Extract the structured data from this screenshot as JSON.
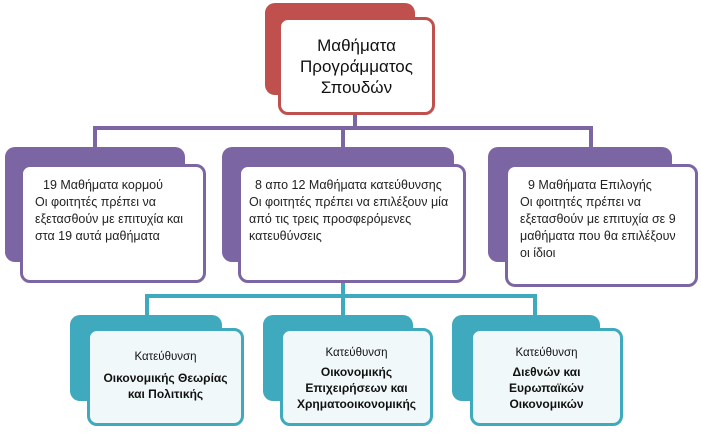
{
  "root": {
    "title": "Μαθήματα Προγράμματος Σπουδών"
  },
  "categories": [
    {
      "heading": "19 Μαθήματα κορμού",
      "body": "Οι φοιτητές πρέπει να εξετασθούν με επιτυχία και στα 19 αυτά μαθήματα"
    },
    {
      "heading": "8 απο 12 Μαθήματα κατεύθυνσης",
      "body": "Οι φοιτητές πρέπει να επιλέξουν μία από τις τρεις προσφερόμενες κατευθύνσεις"
    },
    {
      "heading": "9 Μαθήματα Επιλογής",
      "body": "Οι φοιτητές πρέπει να εξετασθούν  με επιτυχία σε 9 μαθήματα που θα επιλέξουν οι ίδιοι"
    }
  ],
  "tracks": [
    {
      "label": "Κατεύθυνση",
      "name": "Οικονομικής Θεωρίας και Πολιτικής"
    },
    {
      "label": "Κατεύθυνση",
      "name": "Οικονομικής Επιχειρήσεων και Χρηματοοικονομικής"
    },
    {
      "label": "Κατεύθυνση",
      "name": "Διεθνών και Ευρωπαϊκών Οικονομικών"
    }
  ],
  "colors": {
    "root": "#c0504d",
    "category": "#7b66a3",
    "track": "#3fa9bd"
  }
}
